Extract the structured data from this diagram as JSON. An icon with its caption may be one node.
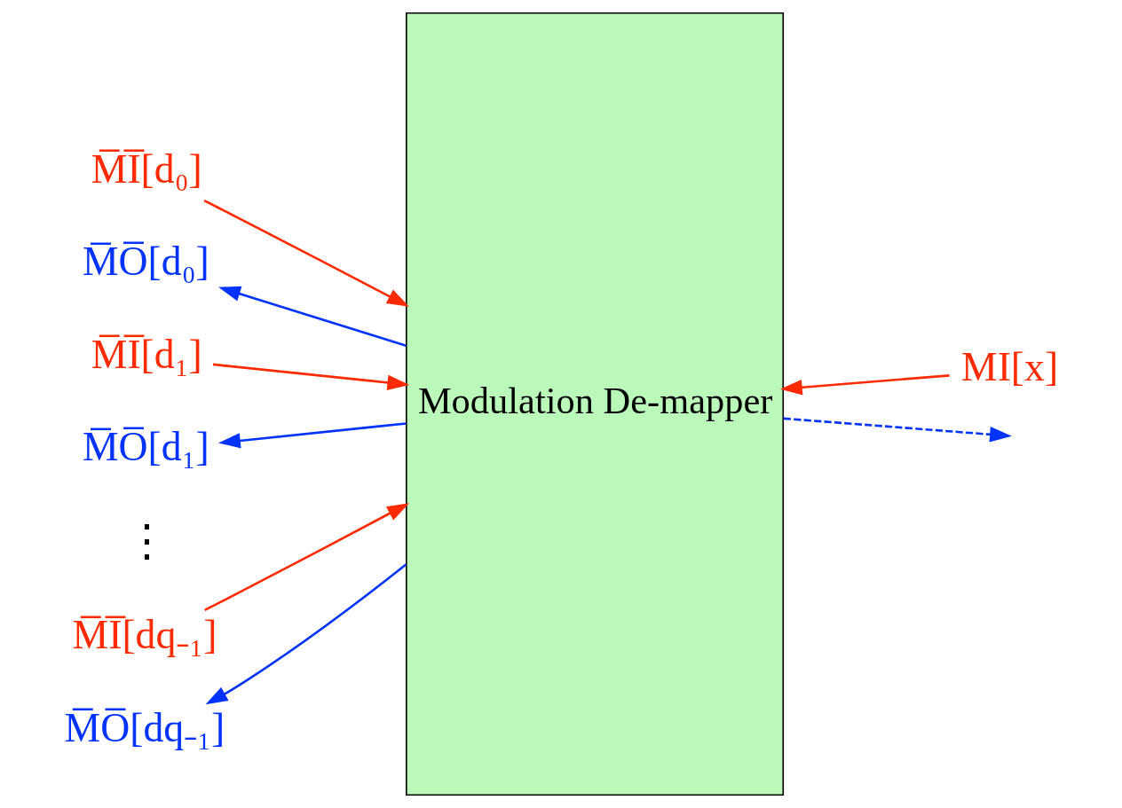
{
  "diagram": {
    "nodes": [
      {
        "text": [
          "Modulation De-mapper"
        ]
      },
      {
        "text": [
          "M̅I̅[d₀]"
        ]
      },
      {
        "text": [
          "M̅O̅[d₀]"
        ]
      },
      {
        "text": [
          "M̅I̅[d₁]"
        ]
      },
      {
        "text": [
          "M̅O̅[d₁]"
        ]
      },
      {
        "text": [
          "M̅I̅[dq₋₁]"
        ]
      },
      {
        "text": [
          "M̅O̅[dq₋₁]"
        ]
      },
      {
        "text": [
          "MI[x]"
        ]
      }
    ],
    "edges": [
      {
        "from": 1,
        "to": 0,
        "arrow": "to",
        "color": "#ff2a00"
      },
      {
        "from": 0,
        "to": 2,
        "arrow": "to",
        "color": "#0033ff"
      },
      {
        "from": 3,
        "to": 0,
        "arrow": "to",
        "color": "#ff2a00"
      },
      {
        "from": 0,
        "to": 4,
        "arrow": "to",
        "color": "#0033ff"
      },
      {
        "from": 5,
        "to": 0,
        "arrow": "to",
        "color": "#ff2a00"
      },
      {
        "from": 0,
        "to": 6,
        "arrow": "to",
        "color": "#0033ff"
      },
      {
        "from": 7,
        "to": 0,
        "arrow": "to",
        "color": "#ff2a00"
      },
      {
        "from": 0,
        "to": null,
        "arrow": "to",
        "style": "dashed",
        "color": "#0033ff"
      }
    ],
    "labels": [
      "⋮"
    ]
  }
}
